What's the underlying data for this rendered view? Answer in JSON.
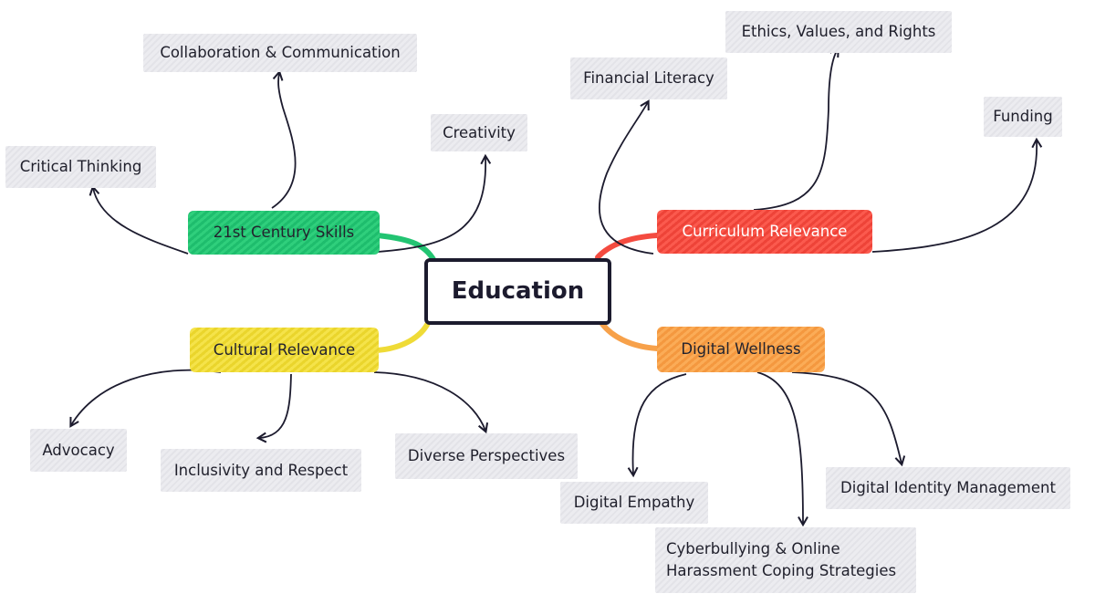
{
  "root": {
    "label": "Education"
  },
  "branches": {
    "century_skills": {
      "label": "21st Century Skills",
      "color": "#22c472",
      "children": [
        "Collaboration & Communication",
        "Critical Thinking",
        "Creativity"
      ]
    },
    "curriculum": {
      "label": "Curriculum Relevance",
      "color": "#f44b40",
      "children": [
        "Ethics, Values, and Rights",
        "Financial Literacy",
        "Funding"
      ]
    },
    "cultural": {
      "label": "Cultural Relevance",
      "color": "#efdb37",
      "children": [
        "Advocacy",
        "Inclusivity and Respect",
        "Diverse Perspectives"
      ]
    },
    "wellness": {
      "label": "Digital Wellness",
      "color": "#f7a14a",
      "children": [
        "Digital Empathy",
        "Cyberbullying & Online Harassment Coping Strategies",
        "Digital Identity Management"
      ]
    }
  },
  "wellness_cyberbullying_lines": [
    "Cyberbullying & Online",
    "Harassment Coping Strategies"
  ],
  "ink_color": "#1c1b2e"
}
